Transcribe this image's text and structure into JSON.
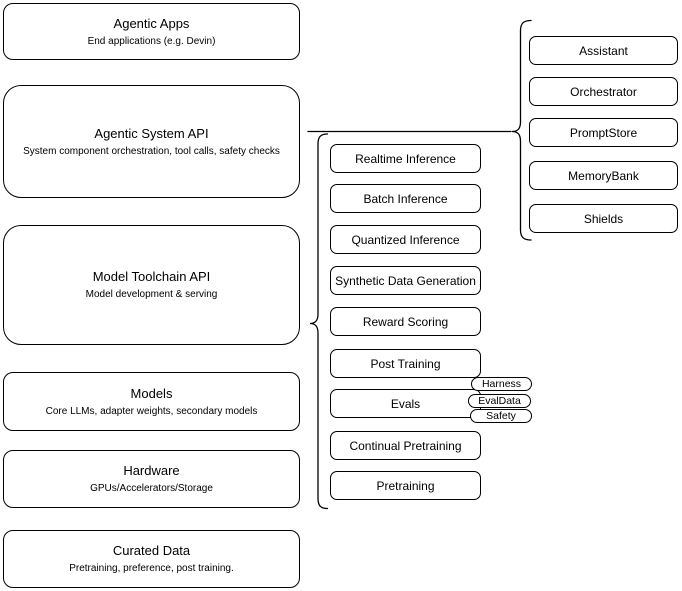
{
  "left_column": {
    "boxes": [
      {
        "title": "Agentic Apps",
        "subtitle": "End applications (e.g. Devin)"
      },
      {
        "title": "Agentic System API",
        "subtitle": "System component orchestration, tool calls, safety checks"
      },
      {
        "title": "Model Toolchain API",
        "subtitle": "Model development & serving"
      },
      {
        "title": "Models",
        "subtitle": "Core LLMs, adapter weights, secondary models"
      },
      {
        "title": "Hardware",
        "subtitle": "GPUs/Accelerators/Storage"
      },
      {
        "title": "Curated Data",
        "subtitle": "Pretraining, preference, post training."
      }
    ]
  },
  "toolchain_group": {
    "items": [
      "Realtime Inference",
      "Batch Inference",
      "Quantized Inference",
      "Synthetic Data Generation",
      "Reward Scoring",
      "Post Training",
      "Evals",
      "Continual Pretraining",
      "Pretraining"
    ],
    "evals_tags": [
      "Harness",
      "EvalData",
      "Safety"
    ]
  },
  "system_group": {
    "items": [
      "Assistant",
      "Orchestrator",
      "PromptStore",
      "MemoryBank",
      "Shields"
    ]
  },
  "colors": {
    "stroke": "#000000",
    "fill": "#ffffff",
    "text": "#000000",
    "background": "#ffffff"
  }
}
